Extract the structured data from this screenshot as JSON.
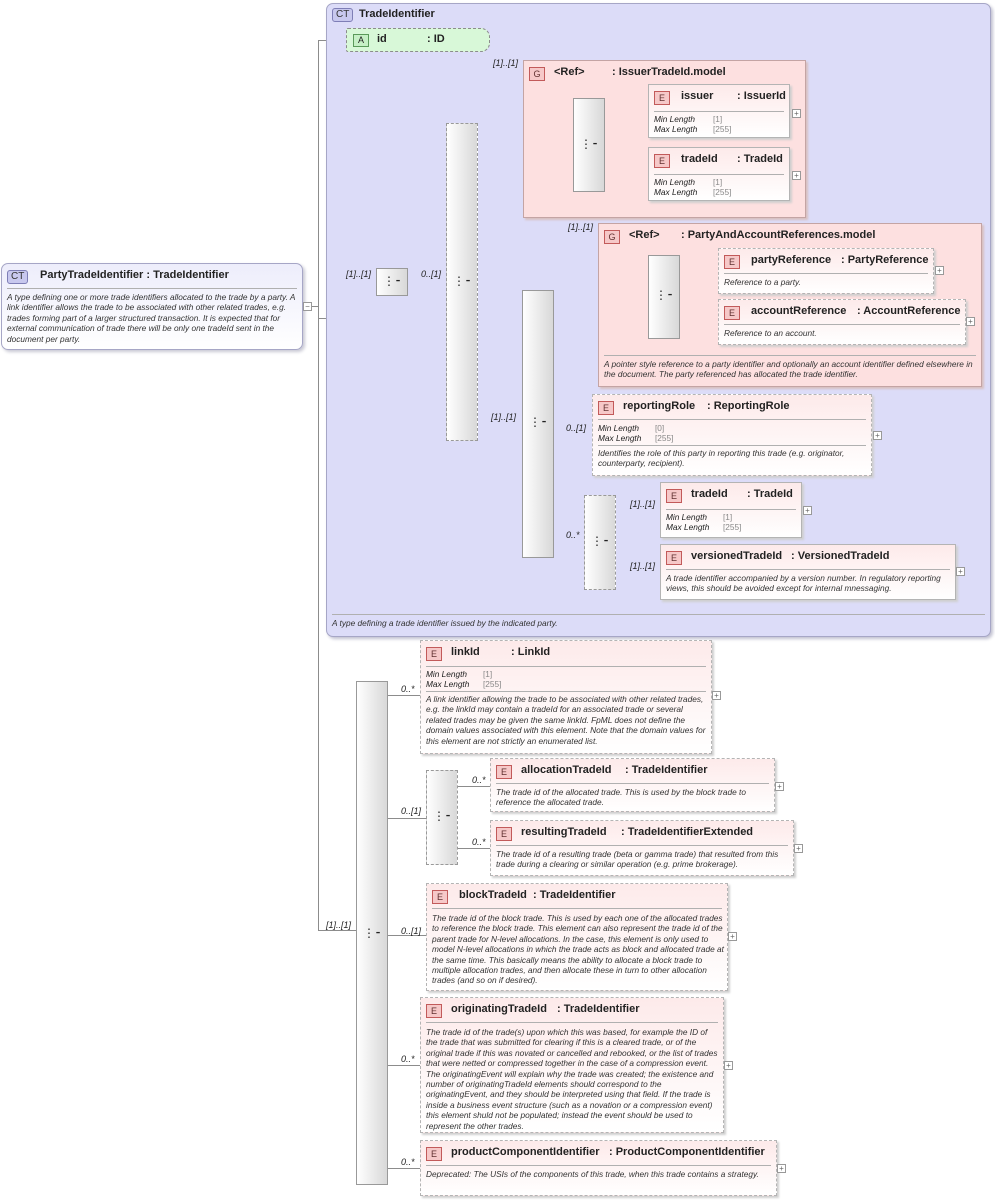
{
  "root": {
    "badge": "CT",
    "title": "PartyTradeIdentifier : TradeIdentifier",
    "description": "A type defining one or more trade identifiers allocated to the trade by a party. A link identifier allows the trade to be associated with other related trades, e.g. trades forming part of a larger structured transaction. It is expected that for external communication of trade there will be only one tradeId sent in the document per party."
  },
  "base_type": {
    "badge": "CT",
    "title": "TradeIdentifier",
    "description": "A type defining a trade identifier issued by the indicated party."
  },
  "attribute": {
    "badge": "A",
    "name": "id",
    "type": ": ID"
  },
  "facet_labels": {
    "min": "Min Length",
    "max": "Max Length"
  },
  "groups": {
    "issuer_model": {
      "badge": "G",
      "ref": "<Ref>",
      "name": ": IssuerTradeId.model"
    },
    "party_model": {
      "badge": "G",
      "ref": "<Ref>",
      "name": ": PartyAndAccountReferences.model",
      "description": "A pointer style reference to a party identifier and optionally an account identifier defined elsewhere in the document. The party referenced has allocated the trade identifier."
    }
  },
  "elements": {
    "issuer": {
      "badge": "E",
      "name": "issuer",
      "type": ": IssuerId",
      "min": "[1]",
      "max": "[255]"
    },
    "tradeId1": {
      "badge": "E",
      "name": "tradeId",
      "type": ": TradeId",
      "min": "[1]",
      "max": "[255]"
    },
    "partyReference": {
      "badge": "E",
      "name": "partyReference",
      "type": ": PartyReference",
      "description": "Reference to a party."
    },
    "accountReference": {
      "badge": "E",
      "name": "accountReference",
      "type": ": AccountReference",
      "description": "Reference to an account."
    },
    "reportingRole": {
      "badge": "E",
      "name": "reportingRole",
      "type": ": ReportingRole",
      "min": "[0]",
      "max": "[255]",
      "description": "Identifies the role of this party in reporting this trade (e.g. originator, counterparty, recipient)."
    },
    "tradeId2": {
      "badge": "E",
      "name": "tradeId",
      "type": ": TradeId",
      "min": "[1]",
      "max": "[255]"
    },
    "versionedTradeId": {
      "badge": "E",
      "name": "versionedTradeId",
      "type": ": VersionedTradeId",
      "description": "A trade identifier accompanied by a version number. In regulatory reporting views, this should be avoided except for internal mnessaging."
    },
    "linkId": {
      "badge": "E",
      "name": "linkId",
      "type": ": LinkId",
      "min": "[1]",
      "max": "[255]",
      "description": "A link identifier allowing the trade to be associated with other related trades, e.g. the linkId may contain a tradeId for an associated trade or several related trades may be given the same linkId. FpML does not define the domain values associated with this element. Note that the domain values for this element are not strictly an enumerated list."
    },
    "allocationTradeId": {
      "badge": "E",
      "name": "allocationTradeId",
      "type": ": TradeIdentifier",
      "description": "The trade id of the allocated trade. This is used by the block trade to reference the allocated trade."
    },
    "resultingTradeId": {
      "badge": "E",
      "name": "resultingTradeId",
      "type": ": TradeIdentifierExtended",
      "description": "The trade id of a resulting trade (beta or gamma trade) that resulted from this trade during a clearing or similar operation (e.g. prime brokerage)."
    },
    "blockTradeId": {
      "badge": "E",
      "name": "blockTradeId",
      "type": ": TradeIdentifier",
      "description": "The trade id of the block trade. This is used by each one of the allocated trades to reference the block trade. This element can also represent the trade id of the parent trade for N-level allocations. In the case, this element is only used to model N-level allocations in which the trade acts as block and allocated trade at the same time. This basically means the ability to allocate a block trade to multiple allocation trades, and then allocate these in turn to other allocation trades (and so on if desired)."
    },
    "originatingTradeId": {
      "badge": "E",
      "name": "originatingTradeId",
      "type": ": TradeIdentifier",
      "description": "The trade id of the trade(s) upon which this was based, for example the ID of the trade that was submitted for clearing if this is a cleared trade, or of the original trade if this was novated or cancelled and rebooked, or the list of trades that were netted or compressed together in the case of a compression event. The originatingEvent will explain why the trade was created; the existence and number of originatingTradeId elements should correspond to the originatingEvent, and they should be interpreted using that field. If the trade is inside a business event structure (such as a novation or a compression event) this element shuld not be populated; instead the event should be used to represent the other trades."
    },
    "productComponentIdentifier": {
      "badge": "E",
      "name": "productComponentIdentifier",
      "type": ": ProductComponentIdentifier",
      "description": "Deprecated: The USIs of the components of this trade, when this trade contains a strategy."
    }
  },
  "cardinality": {
    "one_one": "[1]..[1]",
    "zero_one": "0..[1]",
    "zero_many": "0..*"
  },
  "expand_symbol": "+",
  "collapse_symbol": "−"
}
